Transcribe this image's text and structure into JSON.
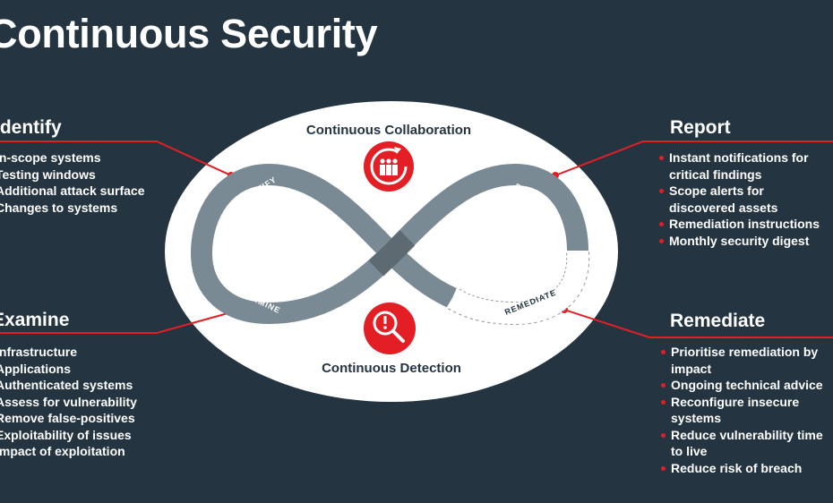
{
  "title": "Continuous Security",
  "colors": {
    "background": "#243541",
    "accent": "#e31e24",
    "loop": "#7a8a94"
  },
  "diagram": {
    "top_label": "Continuous Collaboration",
    "bottom_label": "Continuous Detection",
    "stages": {
      "identify": "IDENTIFY",
      "examine": "EXAMINE",
      "report": "REPORT",
      "remediate": "REMEDIATE"
    },
    "top_icon": "team-cycle-icon",
    "bottom_icon": "magnifier-alert-icon"
  },
  "identify": {
    "heading": "Identify",
    "items": [
      "In-scope systems",
      "Testing windows",
      "Additional attack surface",
      "Changes to systems"
    ]
  },
  "examine": {
    "heading": "Examine",
    "items": [
      "Infrastructure",
      "Applications",
      "Authenticated systems",
      "Assess for vulnerability",
      "Remove false-positives",
      "Exploitability of issues",
      "Impact of exploitation"
    ]
  },
  "report": {
    "heading": "Report",
    "items": [
      "Instant notifications for critical findings",
      "Scope alerts for discovered assets",
      "Remediation instructions",
      "Monthly security digest"
    ]
  },
  "remediate": {
    "heading": "Remediate",
    "items": [
      "Prioritise remediation by impact",
      "Ongoing technical advice",
      "Reconfigure insecure systems",
      "Reduce vulnerability time to live",
      "Reduce risk of breach"
    ]
  }
}
